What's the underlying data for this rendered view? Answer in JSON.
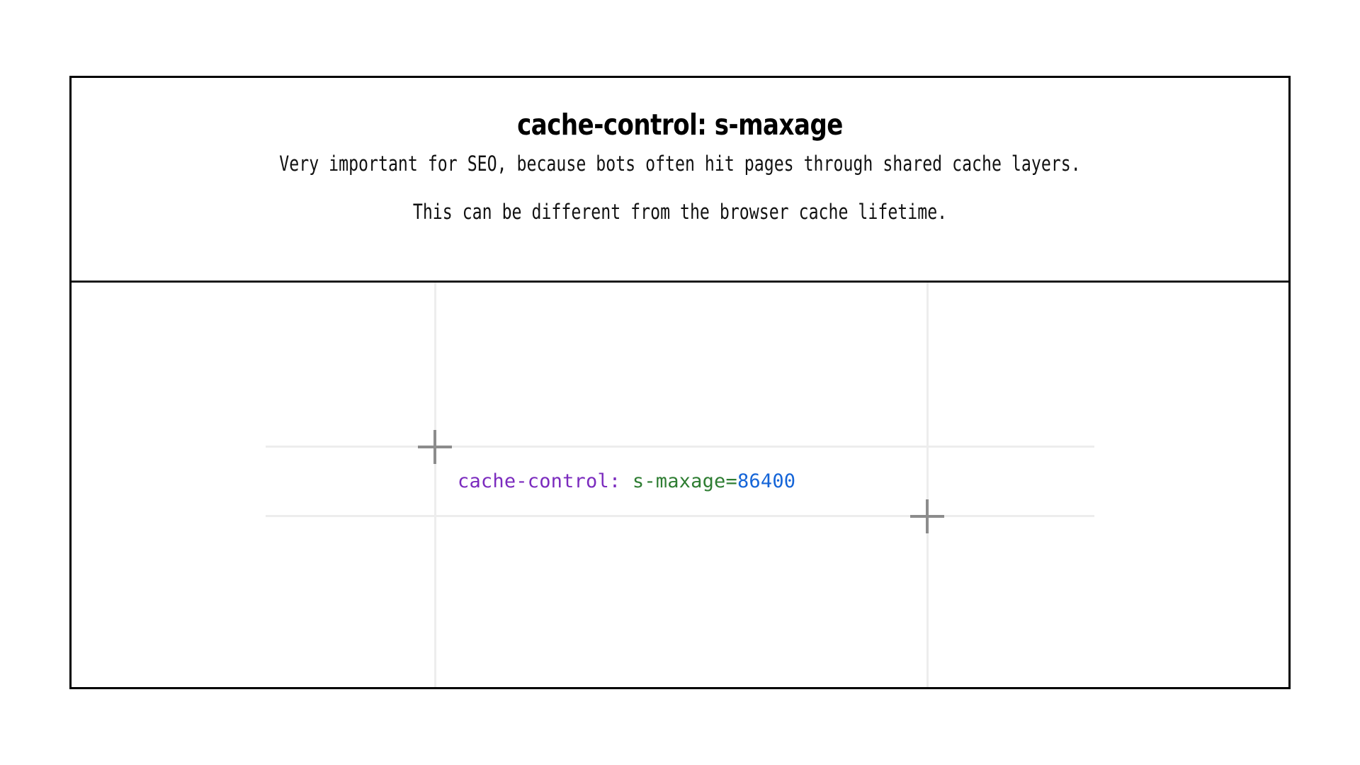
{
  "slide": {
    "title": "cache-control: s-maxage",
    "subtitles": [
      "Very important for SEO, because bots often hit pages through shared cache layers.",
      "This can be different from the browser cache lifetime."
    ]
  },
  "canvas": {
    "grid": {
      "vertical_lines": 2,
      "horizontal_lines": 2,
      "line_color": "#ededed"
    },
    "crosshairs": [
      {
        "name": "crosshair-upper-left",
        "color": "#8c8c8c"
      },
      {
        "name": "crosshair-lower-right",
        "color": "#8c8c8c"
      }
    ],
    "code_snippet": {
      "directive": "cache-control:",
      "space": " ",
      "parameter": "s-maxage=",
      "value": "86400",
      "full_text": "cache-control: s-maxage=86400",
      "colors": {
        "directive": "#7B2BBE",
        "parameter": "#2E7D32",
        "value": "#1565D8"
      }
    }
  },
  "theme": {
    "background": "#ffffff",
    "frame_border": "#000000",
    "divider": "#1a1a1a",
    "text": "#000000"
  }
}
